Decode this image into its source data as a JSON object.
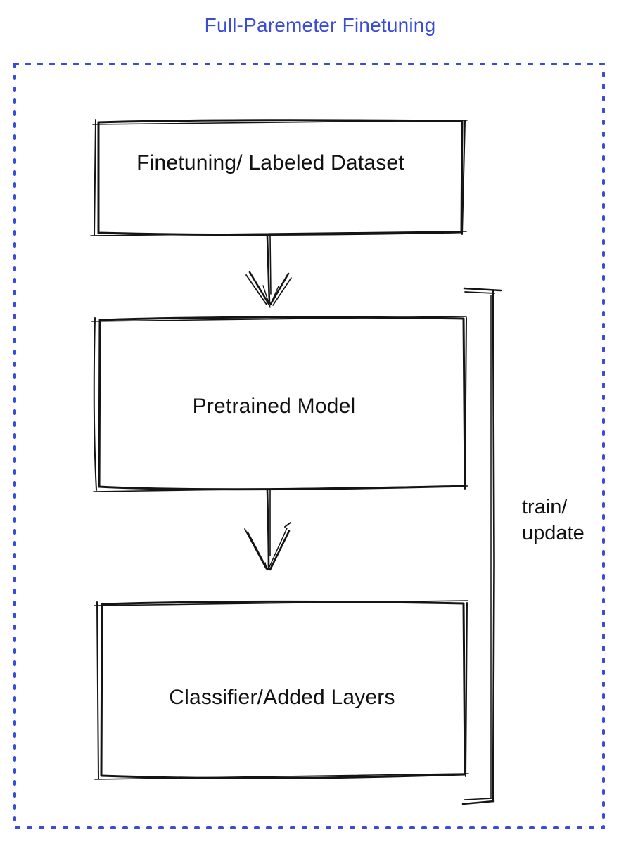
{
  "title": "Full-Paremeter Finetuning",
  "diagram": {
    "nodes": [
      {
        "id": "finetuning-dataset",
        "label": "Finetuning/ Labeled Dataset",
        "fill": "#858E97"
      },
      {
        "id": "pretrained-model",
        "label": "Pretrained Model",
        "fill": "#4A6EF0"
      },
      {
        "id": "classifier-added-layers",
        "label": "Classifier/Added Layers",
        "fill": "#3FBE5C"
      }
    ],
    "edges": [
      {
        "from": "finetuning-dataset",
        "to": "pretrained-model",
        "style": "hand-drawn-arrow-down"
      },
      {
        "from": "pretrained-model",
        "to": "classifier-added-layers",
        "style": "hand-drawn-arrow-down"
      }
    ],
    "bracket": {
      "label": "train/\nupdate",
      "side": "right"
    }
  },
  "colors": {
    "title_text": "#3A4BD8",
    "dotted_border": "#3A4BD8",
    "box_outline": "#141414",
    "arrow_stroke": "#141414",
    "label_text": "#111111"
  }
}
